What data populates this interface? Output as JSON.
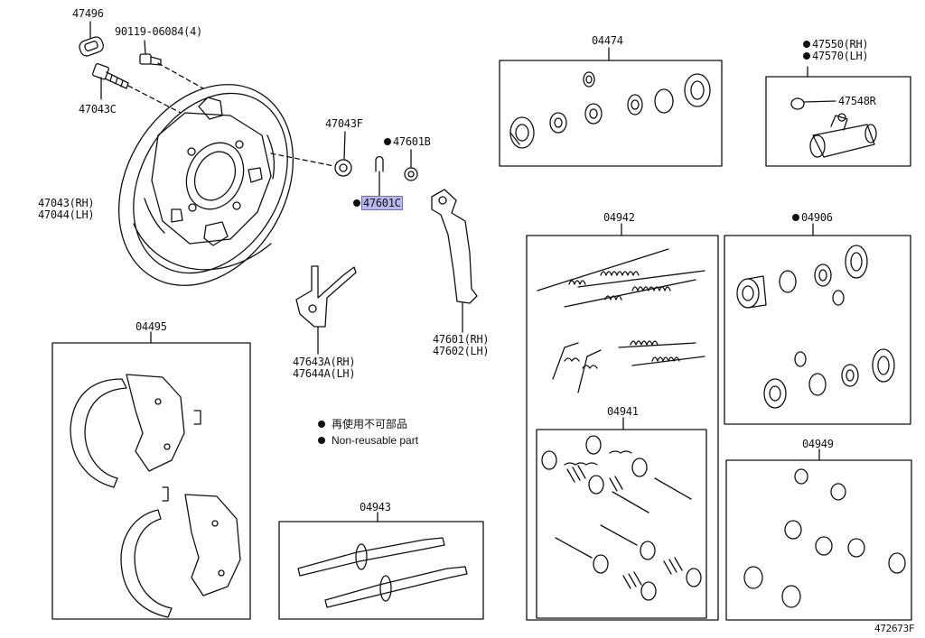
{
  "labels": {
    "p47496": "47496",
    "p90119": "90119-06084(4)",
    "p47043C": "47043C",
    "p47043F": "47043F",
    "p47601B": "47601B",
    "p47601C": "47601C",
    "p47043rh": "47043(RH)",
    "p47044lh": "47044(LH)",
    "p47643rh": "47643A(RH)",
    "p47644lh": "47644A(LH)",
    "p47601rh": "47601(RH)",
    "p47602lh": "47602(LH)",
    "p04474": "04474",
    "p47550": "47550(RH)",
    "p47570": "47570(LH)",
    "p47548R": "47548R",
    "p04942": "04942",
    "p04906": "04906",
    "p04495": "04495",
    "p04941": "04941",
    "p04949": "04949",
    "p04943": "04943",
    "ref": "472673F"
  },
  "legend": {
    "jp": "再使用不可部品",
    "en": "Non-reusable part"
  },
  "highlight_color": "#b9b9ef"
}
